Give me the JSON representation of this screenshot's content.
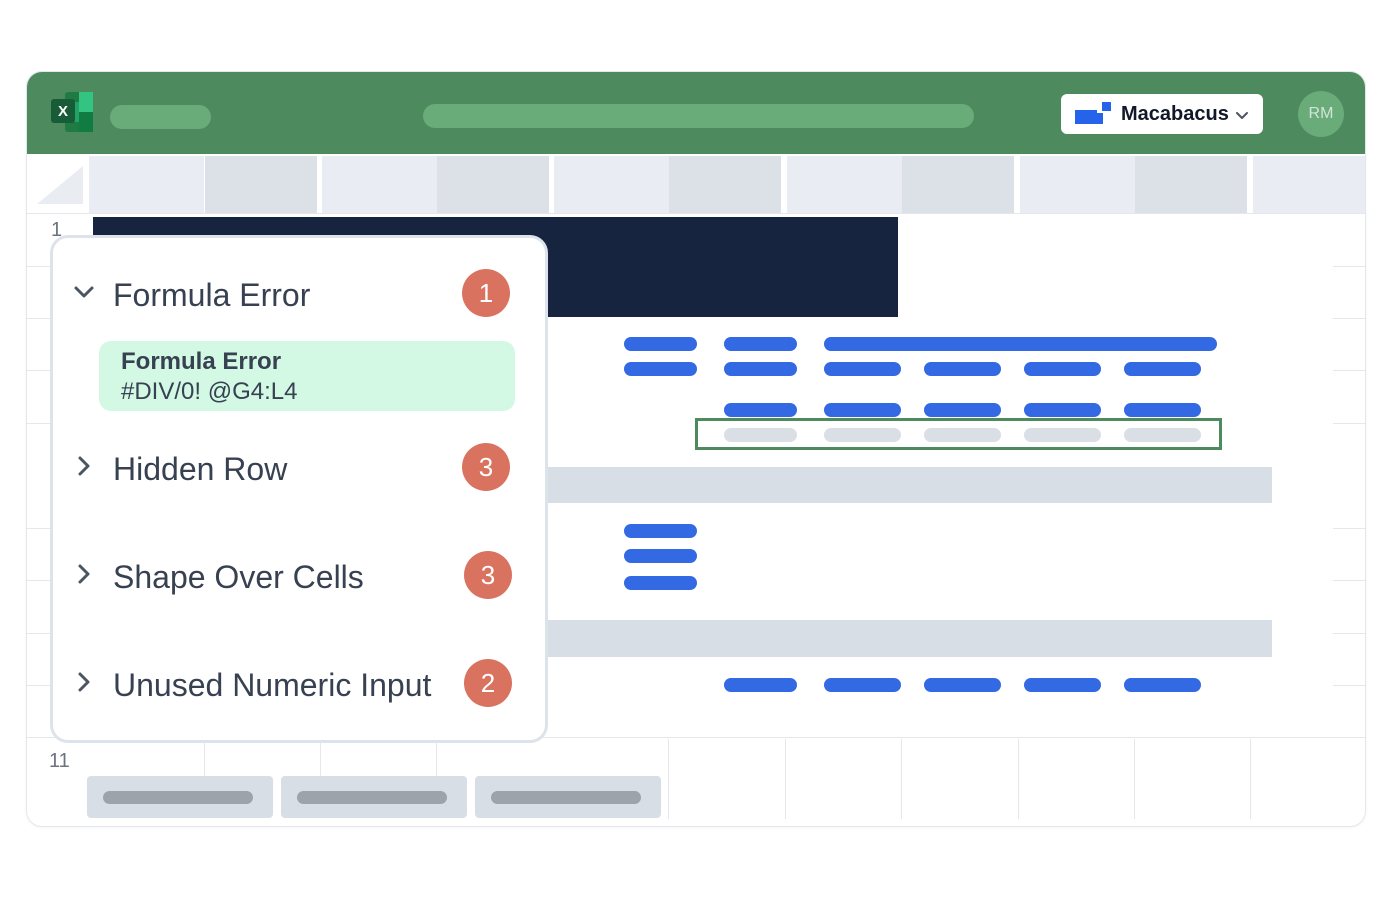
{
  "app": {
    "brand_button_label": "Macabacus",
    "user_initials": "RM"
  },
  "icons": {
    "app_icon": "excel-icon",
    "brand_logo": "macabacus-logo-icon",
    "dropdown": "chevron-down-icon",
    "expanded": "chevron-down-icon",
    "collapsed": "chevron-right-icon"
  },
  "sheet": {
    "row_numbers": [
      "1",
      "11"
    ]
  },
  "issues_panel": {
    "groups": [
      {
        "label": "Formula Error",
        "count": "1",
        "expanded": true
      },
      {
        "label": "Hidden Row",
        "count": "3",
        "expanded": false
      },
      {
        "label": "Shape Over Cells",
        "count": "3",
        "expanded": false
      },
      {
        "label": "Unused Numeric Input",
        "count": "2",
        "expanded": false
      }
    ],
    "detail": {
      "title": "Formula Error",
      "subtitle": "#DIV/0! @G4:L4"
    }
  },
  "colors": {
    "titlebar": "#4d8a5d",
    "placeholder_bar": "#3369e3",
    "badge": "#d97360",
    "detail_background": "#d3f8e4",
    "title_block": "#172440"
  }
}
